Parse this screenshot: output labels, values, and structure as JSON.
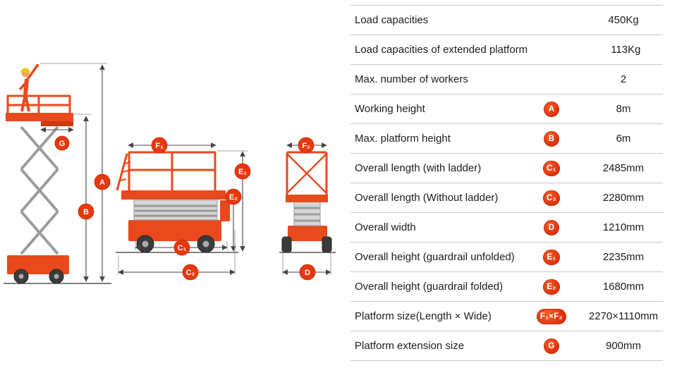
{
  "colors": {
    "accent": "#e8491d",
    "badge": "#e6380e",
    "scissor_gray": "#9b9b9b"
  },
  "table": {
    "rows": [
      {
        "label": "Load capacities",
        "badge": "",
        "value": "450Kg"
      },
      {
        "label": "Load capacities of extended platform",
        "badge": "",
        "value": "113Kg"
      },
      {
        "label": "Max. number of workers",
        "badge": "",
        "value": "2"
      },
      {
        "label": "Working height",
        "badge": "A",
        "value": "8m"
      },
      {
        "label": "Max. platform height",
        "badge": "B",
        "value": "6m"
      },
      {
        "label": "Overall length (with ladder)",
        "badge": "C₁",
        "value": "2485mm"
      },
      {
        "label": "Overall length (Without ladder)",
        "badge": "C₂",
        "value": "2280mm"
      },
      {
        "label": "Overall width",
        "badge": "D",
        "value": "1210mm"
      },
      {
        "label": "Overall height (guardrail unfolded)",
        "badge": "E₁",
        "value": "2235mm"
      },
      {
        "label": "Overall height (guardrail folded)",
        "badge": "E₂",
        "value": "1680mm"
      },
      {
        "label": "Platform size(Length × Wide)",
        "badge": "F₁×F₂",
        "value": "2270×1110mm"
      },
      {
        "label": "Platform extension size",
        "badge": "G",
        "value": "900mm"
      }
    ]
  },
  "diagram": {
    "a": "A",
    "b": "B",
    "g": "G",
    "f1": "F₁",
    "e1": "E₁",
    "e2": "E₂",
    "c1": "C₁",
    "c2": "C₂",
    "f2": "F₂",
    "d": "D"
  }
}
